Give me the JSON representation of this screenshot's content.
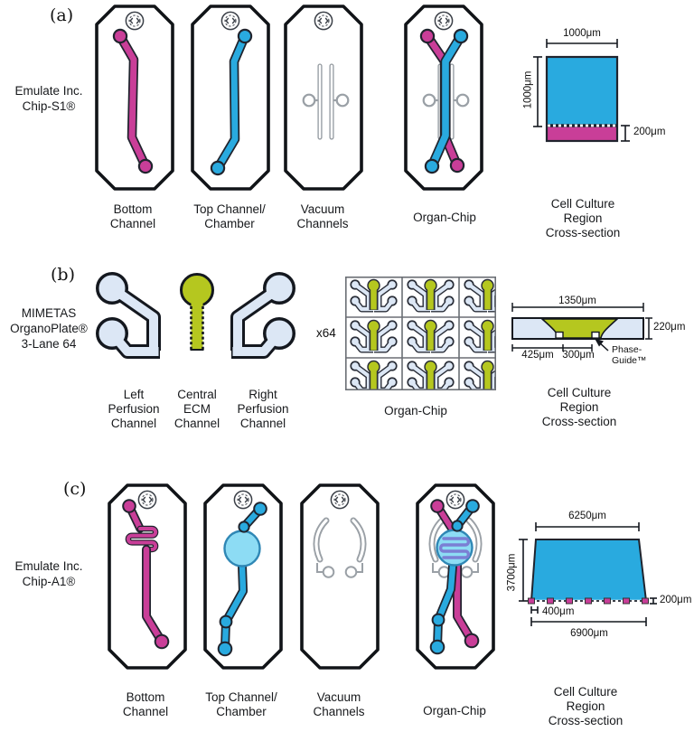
{
  "colors": {
    "pink": "#c93e98",
    "blue": "#29aadf",
    "light_blue": "#dce7f5",
    "green": "#b5c71f",
    "chamber_blue": "#8ddcf4",
    "serpentine_purple": "#7b7fd4",
    "outline": "#20242e",
    "gray": "#9aa0a6"
  },
  "rows": {
    "a": {
      "panel_label": "(a)",
      "device": {
        "line1": "Emulate Inc.",
        "line2": "Chip-S1®"
      },
      "captions": {
        "chip1": [
          "Bottom",
          "Channel"
        ],
        "chip2": [
          "Top Channel/",
          "Chamber"
        ],
        "chip3": [
          "Vacuum",
          "Channels"
        ],
        "chip4": "Organ-Chip"
      },
      "cross": {
        "dim_top": "1000μm",
        "dim_left": "1000μm",
        "dim_right": "200μm",
        "caption": [
          "Cell Culture",
          "Region",
          "Cross-section"
        ]
      }
    },
    "b": {
      "panel_label": "(b)",
      "device": {
        "line1": "MIMETAS",
        "line2": "OrganoPlate®",
        "line3": "3-Lane 64"
      },
      "captions": {
        "left": [
          "Left",
          "Perfusion",
          "Channel"
        ],
        "center": [
          "Central",
          "ECM",
          "Channel"
        ],
        "right": [
          "Right",
          "Perfusion",
          "Channel"
        ],
        "organ": "Organ-Chip",
        "multiplier": "x64"
      },
      "cross": {
        "dim_width": "1350μm",
        "dim_height": "220μm",
        "dim_left": "425μm",
        "dim_center": "300μm",
        "phase_guide": [
          "Phase-",
          "Guide™"
        ],
        "caption": [
          "Cell Culture",
          "Region",
          "Cross-section"
        ]
      }
    },
    "c": {
      "panel_label": "(c)",
      "device": {
        "line1": "Emulate Inc.",
        "line2": "Chip-A1®"
      },
      "captions": {
        "chip1": [
          "Bottom",
          "Channel"
        ],
        "chip2": [
          "Top Channel/",
          "Chamber"
        ],
        "chip3": [
          "Vacuum",
          "Channels"
        ],
        "chip4": "Organ-Chip"
      },
      "cross": {
        "dim_top": "6250μm",
        "dim_left": "3700μm",
        "dim_pitch": "400μm",
        "dim_bottom": "6900μm",
        "dim_right": "200μm",
        "caption": [
          "Cell Culture",
          "Region",
          "Cross-section"
        ]
      }
    }
  }
}
